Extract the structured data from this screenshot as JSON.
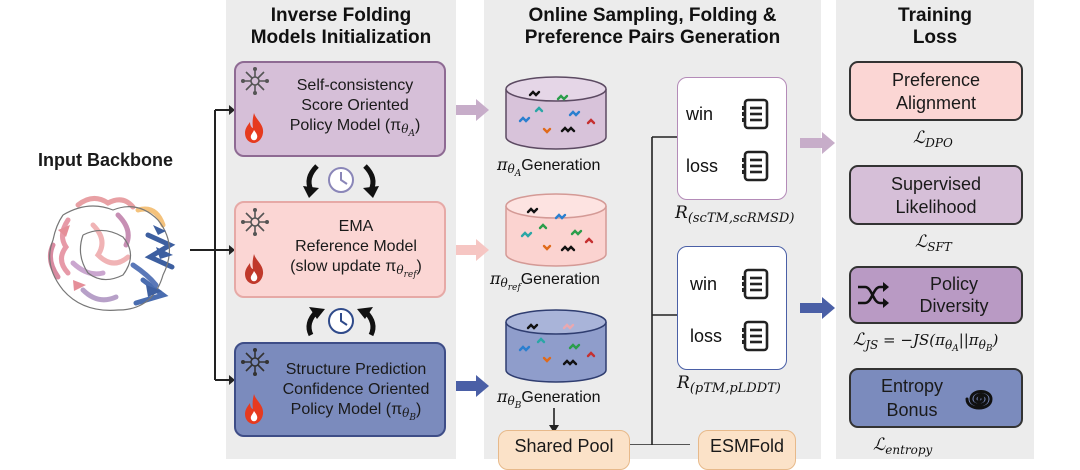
{
  "input": {
    "title": "Input Backbone"
  },
  "panel1": {
    "title_line1": "Inverse Folding",
    "title_line2": "Models Initialization",
    "model_a": {
      "line1": "Self-consistency",
      "line2": "Score Oriented",
      "line3": "Policy Model (π",
      "sub": "θ",
      "subsub": "A",
      "close": ")"
    },
    "ema": {
      "line1": "EMA",
      "line2": "Reference Model",
      "line3": "(slow update π",
      "sub": "θ",
      "subsub": "ref",
      "close": ")"
    },
    "model_b": {
      "line1": "Structure Prediction",
      "line2": "Confidence Oriented",
      "line3": "Policy Model (π",
      "sub": "θ",
      "subsub": "B",
      "close": ")"
    }
  },
  "panel2": {
    "title_line1": "Online Sampling, Folding &",
    "title_line2": "Preference Pairs Generation",
    "gen_a": {
      "pi": "π",
      "sub": "θ",
      "subsub": "A",
      "text": "Generation"
    },
    "gen_ref": {
      "pi": "π",
      "sub": "θ",
      "subsub": "ref",
      "text": "Generation"
    },
    "gen_b": {
      "pi": "π",
      "sub": "θ",
      "subsub": "B",
      "text": "Generation"
    },
    "pairs_1": {
      "win": "win",
      "loss": "loss",
      "reward_r": "R",
      "reward_sub": "(scTM,scRMSD)"
    },
    "pairs_2": {
      "win": "win",
      "loss": "loss",
      "reward_r": "R",
      "reward_sub": "(pTM,pLDDT)"
    },
    "shared_pool": "Shared Pool",
    "esmfold": "ESMFold"
  },
  "panel3": {
    "title_line1": "Training",
    "title_line2": "Loss",
    "dpo": {
      "line1": "Preference",
      "line2": "Alignment",
      "label": "ℒ",
      "label_sub": "DPO"
    },
    "sft": {
      "line1": "Supervised",
      "line2": "Likelihood",
      "label": "ℒ",
      "label_sub": "SFT"
    },
    "div": {
      "line1": "Policy",
      "line2": "Diversity",
      "label": "ℒ",
      "label_sub": "JS",
      "eq": " = −JS(π",
      "a": "A",
      "mid": "||π",
      "b": "B",
      "close": ")"
    },
    "ent": {
      "line1": "Entropy",
      "line2": "Bonus",
      "label": "ℒ",
      "label_sub": "entropy"
    }
  },
  "colors": {
    "purple_box": "#d6bfd8",
    "purple_border": "#8e6a93",
    "pink_box": "#fbd6d4",
    "pink_border": "#e6a9a6",
    "blue_box": "#7b8bbd",
    "blue_border": "#3e4d87",
    "orange_box": "#fbe2c8"
  }
}
